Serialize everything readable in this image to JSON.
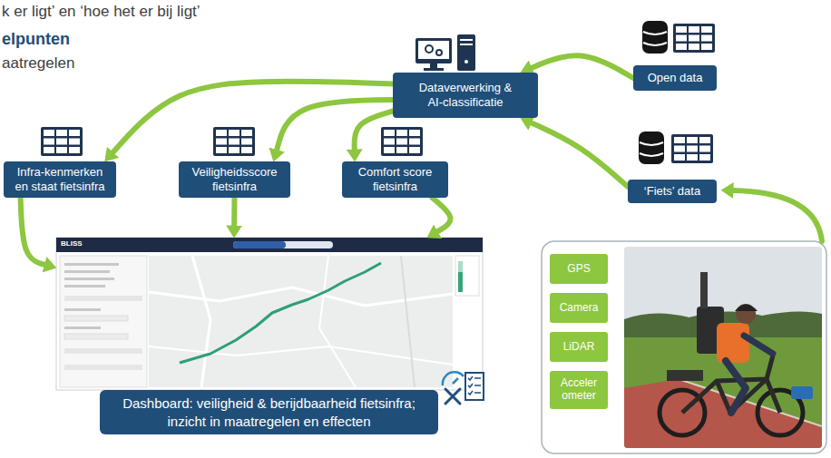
{
  "diagram": {
    "nodes": [
      {
        "text": [
          "Dataverwerking & AI-classificatie"
        ]
      },
      {
        "text": [
          "Open data"
        ]
      },
      {
        "text": [
          "‘Fiets’ data"
        ]
      },
      {
        "text": [
          "Infra-kenmerken en staat fietsinfra"
        ]
      },
      {
        "text": [
          "Veiligheidsscore fietsinfra"
        ]
      },
      {
        "text": [
          "Comfort score fietsinfra"
        ]
      },
      {
        "text": [
          "GPS"
        ]
      },
      {
        "text": [
          "Camera"
        ]
      },
      {
        "text": [
          "LiDAR"
        ]
      },
      {
        "text": [
          "Acceler ometer"
        ]
      },
      {
        "text": [
          "Dashboard: veiligheid & berijdbaarheid fietsinfra; inzicht in maatregelen en effecten"
        ]
      }
    ],
    "edges": [
      {
        "from": 1,
        "to": 0,
        "arrow": "to"
      },
      {
        "from": 2,
        "to": 0,
        "arrow": "to"
      },
      {
        "from": 0,
        "to": 4,
        "arrow": "to"
      },
      {
        "from": 0,
        "to": 3,
        "arrow": "to"
      },
      {
        "from": 0,
        "to": 5,
        "arrow": "to"
      },
      {
        "from": 3,
        "to": 10,
        "arrow": "to"
      },
      {
        "from": 4,
        "to": 10,
        "arrow": "to"
      },
      {
        "from": 5,
        "to": 10,
        "arrow": "to"
      }
    ],
    "labels": [
      "k er ligt’ en ‘hoe het er bij ligt’",
      "elpunten",
      "aatregelen",
      "BLISS"
    ]
  }
}
